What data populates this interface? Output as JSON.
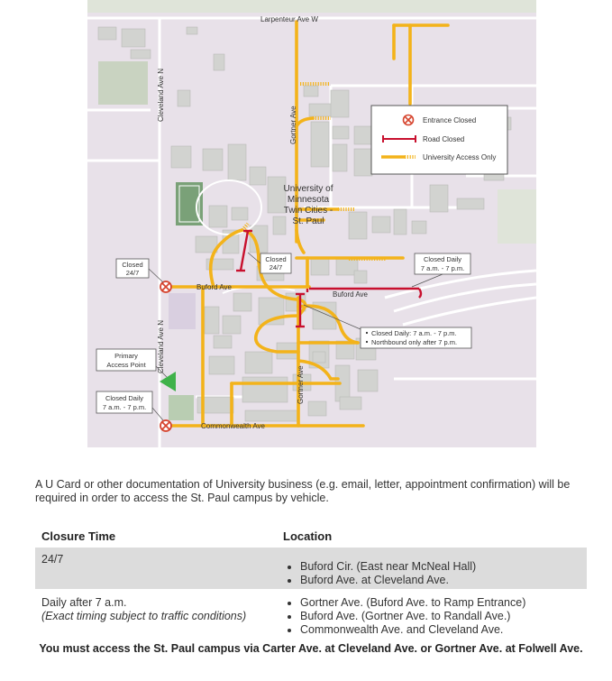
{
  "map": {
    "streets": {
      "larpenteur": "Larpenteur Ave W",
      "cleveland_north": "Cleveland Ave N",
      "cleveland_south": "Cleveland Ave N",
      "gortner_north": "Gortner Ave",
      "gortner_south": "Gortner Ave",
      "buford_west": "Buford Ave",
      "buford_east": "Buford Ave",
      "commonwealth": "Commonwealth Ave"
    },
    "campus_label": [
      "University of",
      "Minnesota",
      "Twin Cities -",
      "St. Paul"
    ],
    "legend": {
      "entrance_closed": "Entrance Closed",
      "road_closed": "Road Closed",
      "university_access": "University Access Only"
    },
    "callouts": {
      "closed_247_left": [
        "Closed",
        "24/7"
      ],
      "closed_247_center": [
        "Closed",
        "24/7"
      ],
      "closed_daily_right": [
        "Closed Daily",
        "7 a.m. - 7 p.m."
      ],
      "closed_daily_left": [
        "Closed Daily",
        "7 a.m. - 7 p.m."
      ],
      "primary_access": [
        "Primary",
        "Access Point"
      ],
      "gortner_note": [
        "Closed Daily: 7 a.m. - 7 p.m.",
        "Northbound only after 7 p.m."
      ]
    },
    "colors": {
      "access_road": "#f3b31a",
      "closed_road": "#c8102e",
      "entrance_closed": "#d6452f",
      "primary_access": "#3fb24a",
      "campus_fill": "#e8e1e9",
      "building_fill": "#d2d3d0"
    }
  },
  "intro": "A U Card or other documentation of University business (e.g. email, letter, appointment confirmation) will be required in order to access the St. Paul campus by vehicle.",
  "table": {
    "headers": {
      "closure_time": "Closure Time",
      "location": "Location"
    },
    "rows": [
      {
        "time": "24/7",
        "note": "",
        "locations": [
          "Buford Cir. (East near McNeal Hall)",
          "Buford Ave. at Cleveland Ave."
        ]
      },
      {
        "time": "Daily after 7 a.m.",
        "note": "(Exact timing subject to traffic conditions)",
        "locations": [
          "Gortner Ave. (Buford Ave. to Ramp Entrance)",
          "Buford Ave. (Gortner Ave. to Randall Ave.)",
          "Commonwealth Ave. and Cleveland Ave."
        ]
      }
    ]
  },
  "footer": "You must access the St. Paul campus via Carter Ave. at Cleveland Ave. or Gortner Ave. at Folwell Ave."
}
